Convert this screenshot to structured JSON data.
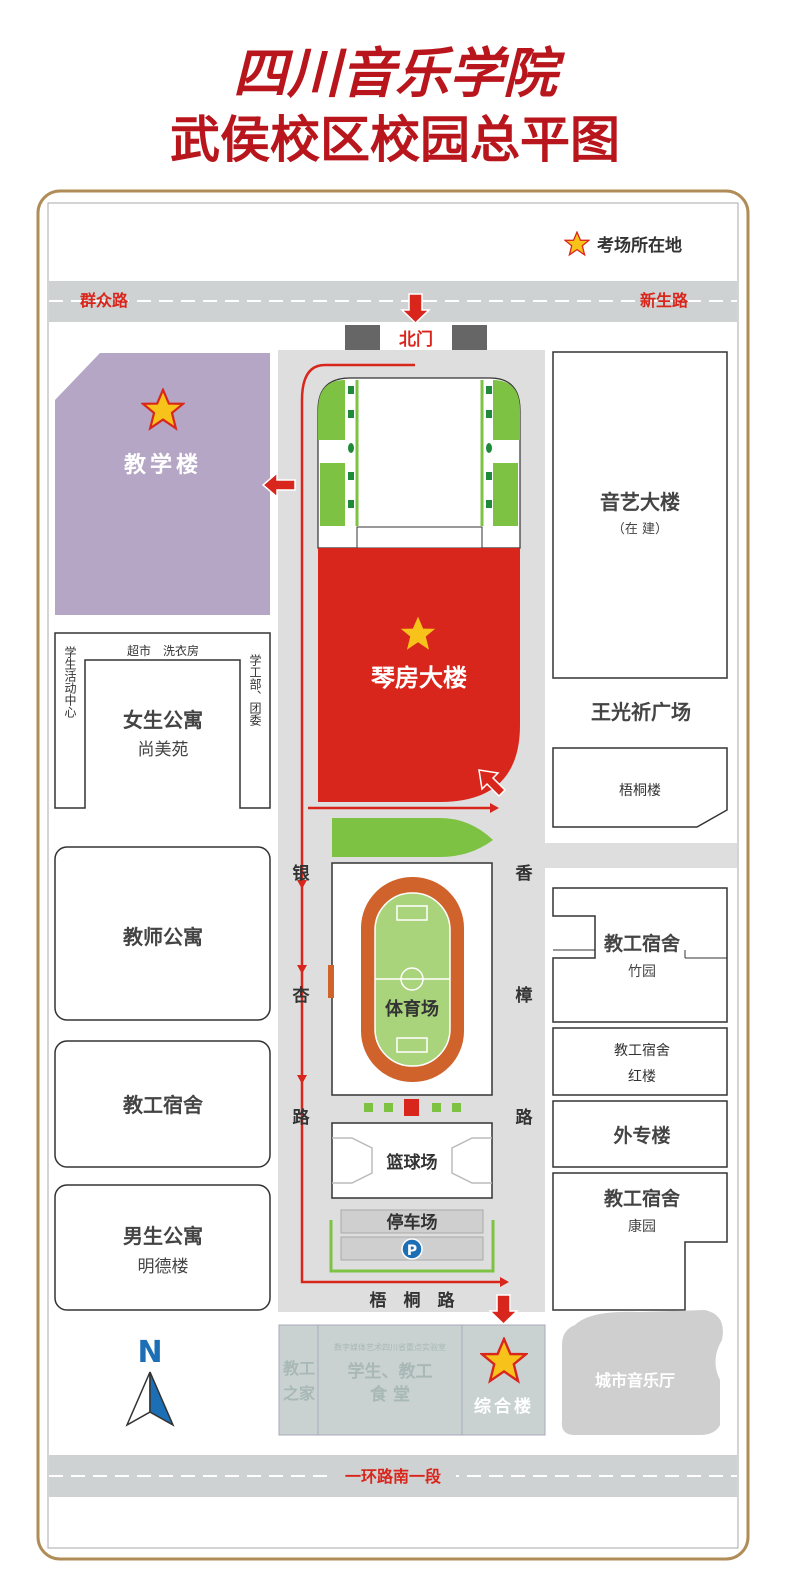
{
  "title": {
    "line1": "四川音乐学院",
    "line2": "武侯校区校园总平图"
  },
  "legend": {
    "icon": "star-icon",
    "label": "考场所在地"
  },
  "roads": {
    "top_left": "群众路",
    "top_right": "新生路",
    "west": [
      "银",
      "杏",
      "路"
    ],
    "east": [
      "香",
      "樟",
      "路"
    ],
    "south_inner": "梧　桐　路",
    "bottom": "一环路南一段"
  },
  "gate": "北门",
  "buildings": {
    "teaching": "教学楼",
    "piano": "琴房大楼",
    "yinyi": {
      "name": "音艺大楼",
      "note": "（在 建）"
    },
    "plaza": "王光祈广场",
    "wutong": "梧桐楼",
    "female_dorm": {
      "name": "女生公寓",
      "sub": "尚美苑",
      "top": "超市　洗衣房",
      "left": "学生活动中心",
      "right": "学工部、团委"
    },
    "teacher_apt": "教师公寓",
    "staff_dorm_left": "教工宿舍",
    "male_dorm": {
      "name": "男生公寓",
      "sub": "明德楼"
    },
    "stadium": "体育场",
    "basketball": "篮球场",
    "parking": "停车场",
    "parking_icon": "P",
    "zhuyuan": {
      "name": "教工宿舍",
      "sub": "竹园"
    },
    "honglou": {
      "name": "教工宿舍",
      "sub": "红楼"
    },
    "waizhuan": "外专楼",
    "kangyuan": {
      "name": "教工宿舍",
      "sub": "康园"
    },
    "staff_home": [
      "教工",
      "之家"
    ],
    "canteen": {
      "lab": "数字媒体艺术四川省重点实验室",
      "line1": "学生、教工",
      "line2": "食 堂"
    },
    "complex": "综合楼",
    "concert_hall": "城市音乐厅"
  },
  "compass": "N",
  "colors": {
    "red": "#d9261c",
    "title_red": "#b8161c",
    "purple": "#b4a6c4",
    "green": "#7dc242",
    "track": "#d0622c",
    "field": "#a9d47c",
    "star": "#f7c31a",
    "frame": "#b08d57"
  }
}
